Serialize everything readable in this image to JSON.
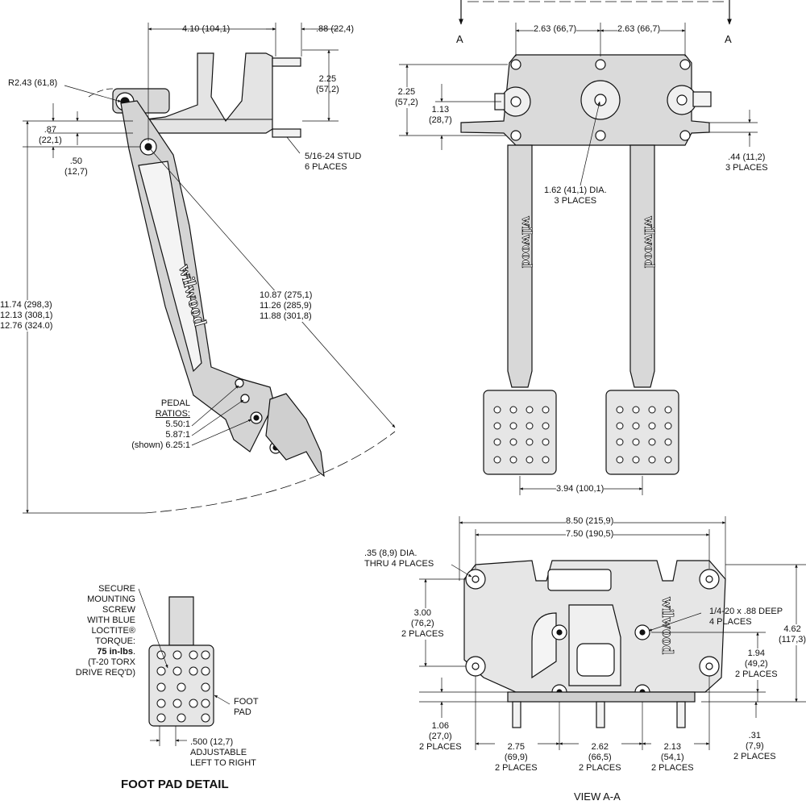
{
  "side": {
    "d_top": "4.10 (104,1)",
    "d_top2": ".88 (22,4)",
    "d_right_v": [
      "2.25",
      "(57,2)"
    ],
    "radius": "R2.43 (61,8)",
    "d_87": [
      ".87",
      "(22,1)"
    ],
    "d_50": [
      ".50",
      "(12,7)"
    ],
    "stud": [
      "5/16-24 STUD",
      "6 PLACES"
    ],
    "height": [
      "11.74 (298,3)",
      "12.13 (308,1)",
      "12.76 (324.0)"
    ],
    "length": [
      "10.87 (275,1)",
      "11.26 (285,9)",
      "11.88 (301,8)"
    ],
    "ratios_title": [
      "PEDAL",
      "RATIOS:"
    ],
    "ratios": [
      "5.50:1",
      "5.87:1",
      "(shown) 6.25:1"
    ],
    "logo": "wilwood"
  },
  "front": {
    "section_mark": "A",
    "d_left": "2.63 (66,7)",
    "d_right": "2.63 (66,7)",
    "d_h1": [
      "2.25",
      "(57,2)"
    ],
    "d_h2": [
      "1.13",
      "(28,7)"
    ],
    "dia": [
      "1.62 (41,1) DIA.",
      "3 PLACES"
    ],
    "d_44": [
      ".44 (11,2)",
      "3 PLACES"
    ],
    "d_bottom": "3.94 (100,1)",
    "logo": "wilwood"
  },
  "view": {
    "d_850": "8.50 (215,9)",
    "d_750": "7.50 (190,5)",
    "holes": [
      ".35 (8,9) DIA.",
      "THRU 4 PLACES"
    ],
    "d_300": [
      "3.00",
      "(76,2)",
      "2 PLACES"
    ],
    "tap": [
      "1/4-20 x .88 DEEP",
      "4 PLACES"
    ],
    "d_462": [
      "4.62",
      "(117,3)"
    ],
    "d_194": [
      "1.94",
      "(49,2)",
      "2 PLACES"
    ],
    "d_106": [
      "1.06",
      "(27,0)",
      "2 PLACES"
    ],
    "d_275": [
      "2.75",
      "(69,9)",
      "2 PLACES"
    ],
    "d_262": [
      "2.62",
      "(66,5)",
      "2 PLACES"
    ],
    "d_213": [
      "2.13",
      "(54,1)",
      "2 PLACES"
    ],
    "d_31": [
      ".31",
      "(7,9)",
      "2 PLACES"
    ],
    "caption": "VIEW A-A",
    "logo": "wilwood"
  },
  "footpad": {
    "note": [
      "SECURE",
      "MOUNTING",
      "SCREW",
      "WITH BLUE",
      "LOCTITE®"
    ],
    "torque_label": "TORQUE:",
    "torque_value": "75 in-lbs",
    "torque_note": [
      "(T-20 TORX",
      "DRIVE REQ'D)"
    ],
    "pad": [
      "FOOT",
      "PAD"
    ],
    "adjust": [
      ".500 (12,7)",
      "ADJUSTABLE",
      "LEFT TO RIGHT"
    ],
    "caption": "FOOT PAD DETAIL"
  },
  "colors": {
    "line": "#111111",
    "part": "#dcdcdc",
    "hidden": "#777777"
  }
}
